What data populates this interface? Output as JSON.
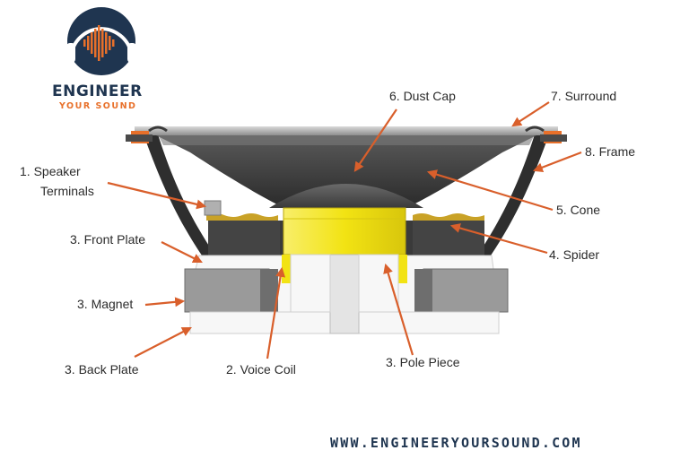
{
  "logo": {
    "title": "ENGINEER",
    "subtitle": "YOUR SOUND"
  },
  "website": "WWW.ENGINEERYOURSOUND.COM",
  "labels": {
    "dust_cap": "6. Dust Cap",
    "surround": "7. Surround",
    "frame": "8. Frame",
    "speaker_terminals_line1": "1.  Speaker",
    "speaker_terminals_line2": "Terminals",
    "cone": "5. Cone",
    "front_plate": "3. Front Plate",
    "spider": "4. Spider",
    "magnet": "3. Magnet",
    "back_plate": "3. Back Plate",
    "voice_coil": "2. Voice Coil",
    "pole_piece": "3. Pole Piece"
  },
  "colors": {
    "navy": "#1f3550",
    "orange": "#e8702a",
    "arrow": "#d95f2b",
    "coil_yellow": "#f2e313",
    "frame_dark": "#2e2e2e",
    "magnet_gray": "#9a9a9a",
    "plate_white": "#f7f7f7"
  }
}
